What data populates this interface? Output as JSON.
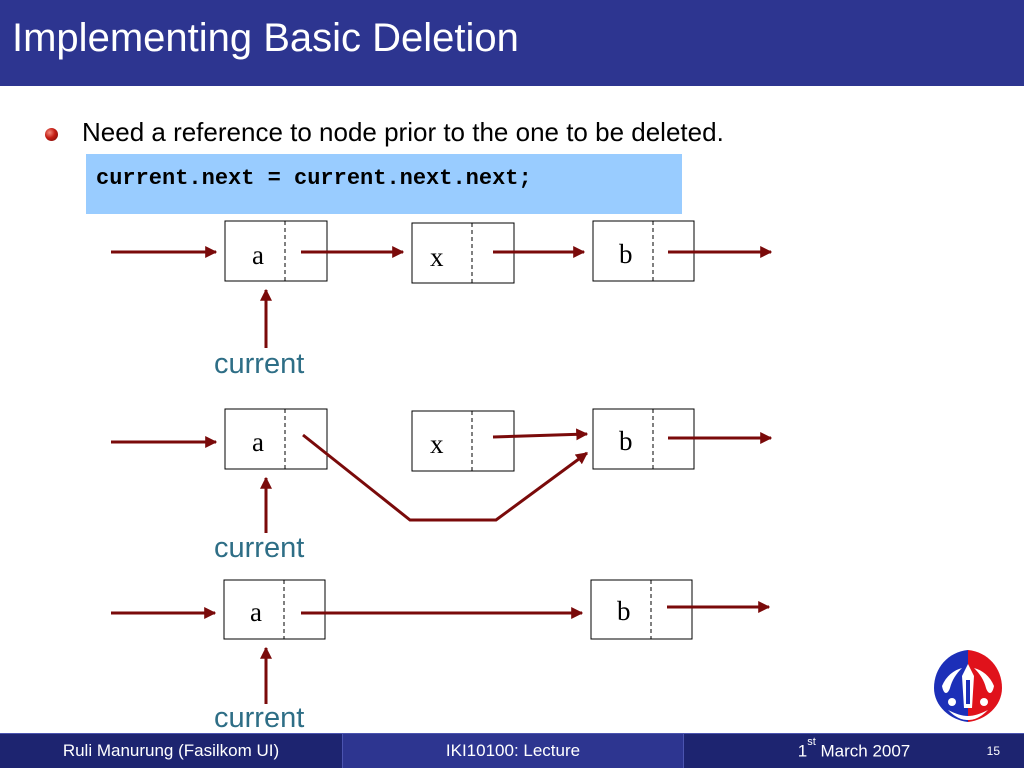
{
  "slide": {
    "title": "Implementing Basic Deletion",
    "bullet": "Need a reference to node prior to the one to be deleted.",
    "code": "current.next = current.next.next;"
  },
  "diagram": {
    "stage1": {
      "nodes": [
        "a",
        "x",
        "b"
      ],
      "pointer_label": "current"
    },
    "stage2": {
      "nodes": [
        "a",
        "x",
        "b"
      ],
      "pointer_label": "current"
    },
    "stage3": {
      "nodes": [
        "a",
        "b"
      ],
      "pointer_label": "current"
    }
  },
  "footer": {
    "author": "Ruli Manurung (Fasilkom UI)",
    "course": "IKI10100: Lecture",
    "date_num": "1",
    "date_sup": "st",
    "date_rest": " March 2007",
    "page": "15"
  },
  "colors": {
    "title_bar": "#2d3590",
    "arrow": "#7a0a0a",
    "code_bg": "#99ccff",
    "current_label": "#2e6e86"
  }
}
